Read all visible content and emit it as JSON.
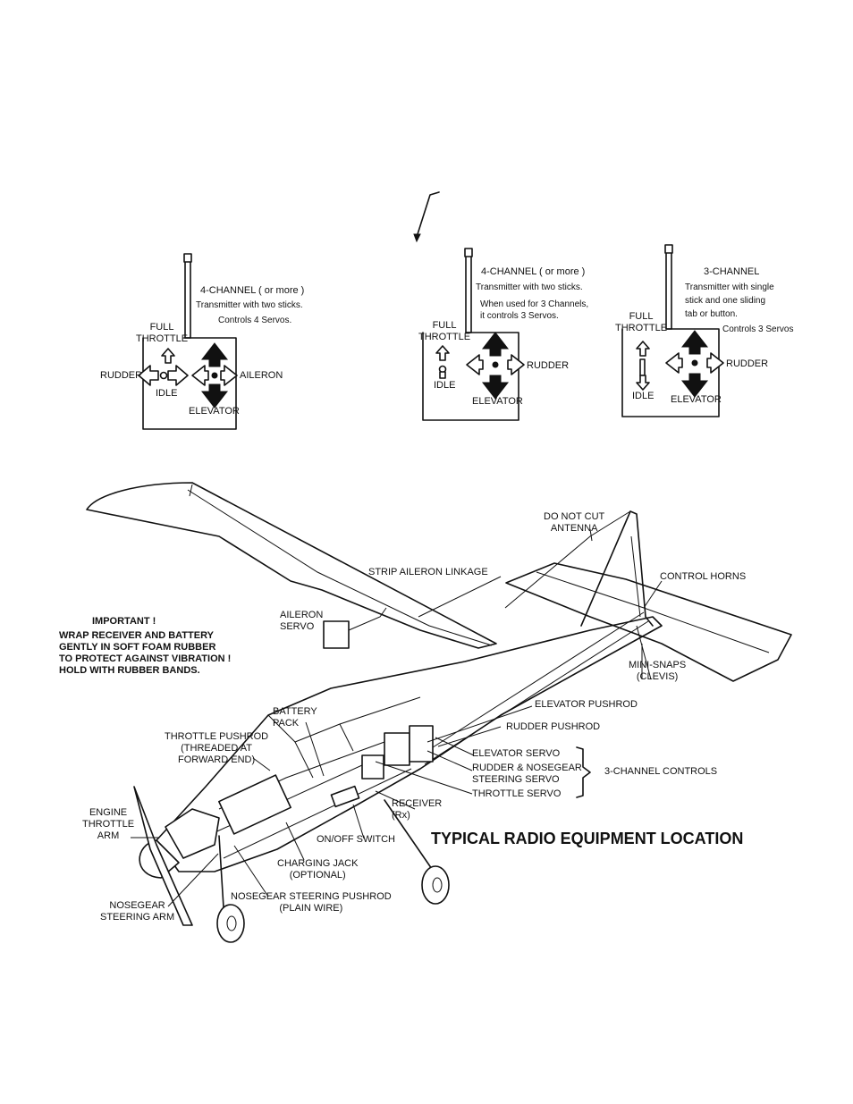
{
  "tx1": {
    "title": "4-CHANNEL ( or more )",
    "line1": "Transmitter with two sticks.",
    "line2": "Controls 4 Servos.",
    "full_throttle": "FULL\nTHROTTLE",
    "rudder": "RUDDER",
    "aileron": "AILERON",
    "idle": "IDLE",
    "elevator": "ELEVATOR"
  },
  "tx2": {
    "title": "4-CHANNEL ( or more )",
    "line1": "Transmitter with two sticks.",
    "line2": "When used for 3 Channels,",
    "line3": "it controls 3 Servos.",
    "full_throttle": "FULL\nTHROTTLE",
    "rudder": "RUDDER",
    "idle": "IDLE",
    "elevator": "ELEVATOR"
  },
  "tx3": {
    "title": "3-CHANNEL",
    "line1": "Transmitter with single",
    "line2": "stick and one sliding",
    "line3": "tab or button.",
    "line4": "Controls 3 Servos",
    "full_throttle": "FULL\nTHROTTLE",
    "rudder": "RUDDER",
    "idle": "IDLE",
    "elevator": "ELEVATOR"
  },
  "labels": {
    "do_not_cut": "DO NOT CUT\nANTENNA",
    "strip_aileron": "STRIP AILERON LINKAGE",
    "control_horns": "CONTROL HORNS",
    "aileron_servo": "AILERON\nSERVO",
    "important": "IMPORTANT !",
    "wrap_note": "WRAP RECEIVER AND BATTERY\nGENTLY IN SOFT FOAM RUBBER\nTO PROTECT AGAINST VIBRATION !\nHOLD WITH RUBBER BANDS.",
    "mini_snaps": "MINI-SNAPS\n(CLEVIS)",
    "elevator_pushrod": "ELEVATOR PUSHROD",
    "rudder_pushrod": "RUDDER PUSHROD",
    "battery_pack": "BATTERY\nPACK",
    "throttle_pushrod": "THROTTLE PUSHROD\n(THREADED AT\nFORWARD END)",
    "elevator_servo": "ELEVATOR SERVO",
    "rudder_nosegear_servo": "RUDDER & NOSEGEAR\nSTEERING SERVO",
    "throttle_servo": "THROTTLE SERVO",
    "three_channel_controls": "3-CHANNEL CONTROLS",
    "engine_throttle_arm": "ENGINE\nTHROTTLE\nARM",
    "receiver": "RECEIVER\n(Rx)",
    "on_off_switch": "ON/OFF SWITCH",
    "charging_jack": "CHARGING JACK\n(OPTIONAL)",
    "nosegear_steering_arm": "NOSEGEAR\nSTEERING ARM",
    "nosegear_pushrod": "NOSEGEAR STEERING PUSHROD\n(PLAIN WIRE)"
  },
  "title": "TYPICAL RADIO EQUIPMENT LOCATION"
}
